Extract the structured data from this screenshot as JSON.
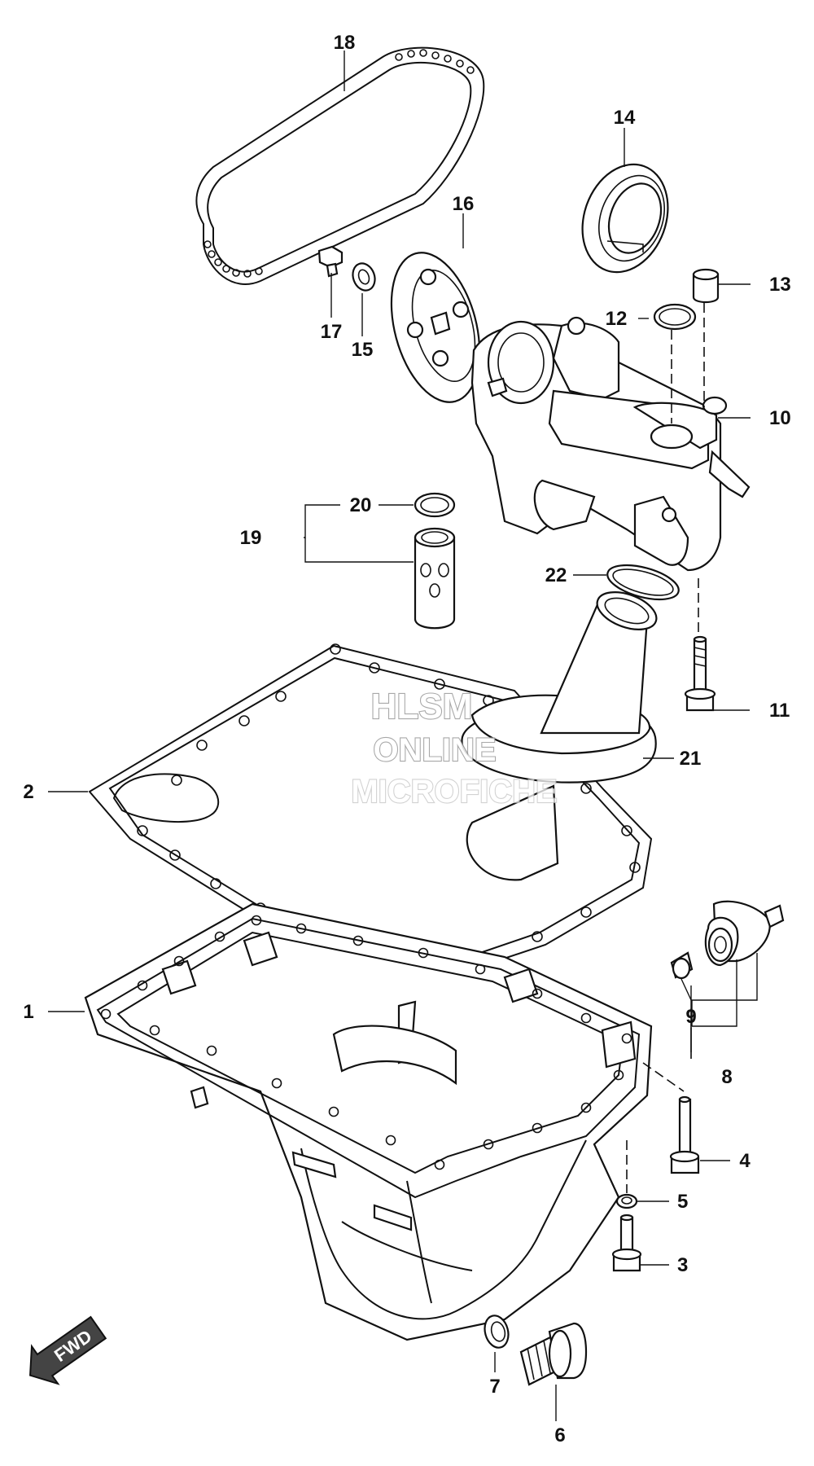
{
  "labels": {
    "p1": "1",
    "p2": "2",
    "p3": "3",
    "p4": "4",
    "p5": "5",
    "p6": "6",
    "p7": "7",
    "p8": "8",
    "p9": "9",
    "p10": "10",
    "p11": "11",
    "p12": "12",
    "p13": "13",
    "p14": "14",
    "p15": "15",
    "p16": "16",
    "p17": "17",
    "p18": "18",
    "p19": "19",
    "p20": "20",
    "p21": "21",
    "p22": "22"
  },
  "watermark": {
    "line1": "HLSM",
    "line2": "ONLINE",
    "line3": "MICROFICHE"
  },
  "direction_arrow": {
    "label": "FWD"
  },
  "icons": {
    "direction": "arrow-icon"
  },
  "colors": {
    "line": "#111111",
    "background": "#ffffff",
    "watermark": "#9a9a9a"
  }
}
